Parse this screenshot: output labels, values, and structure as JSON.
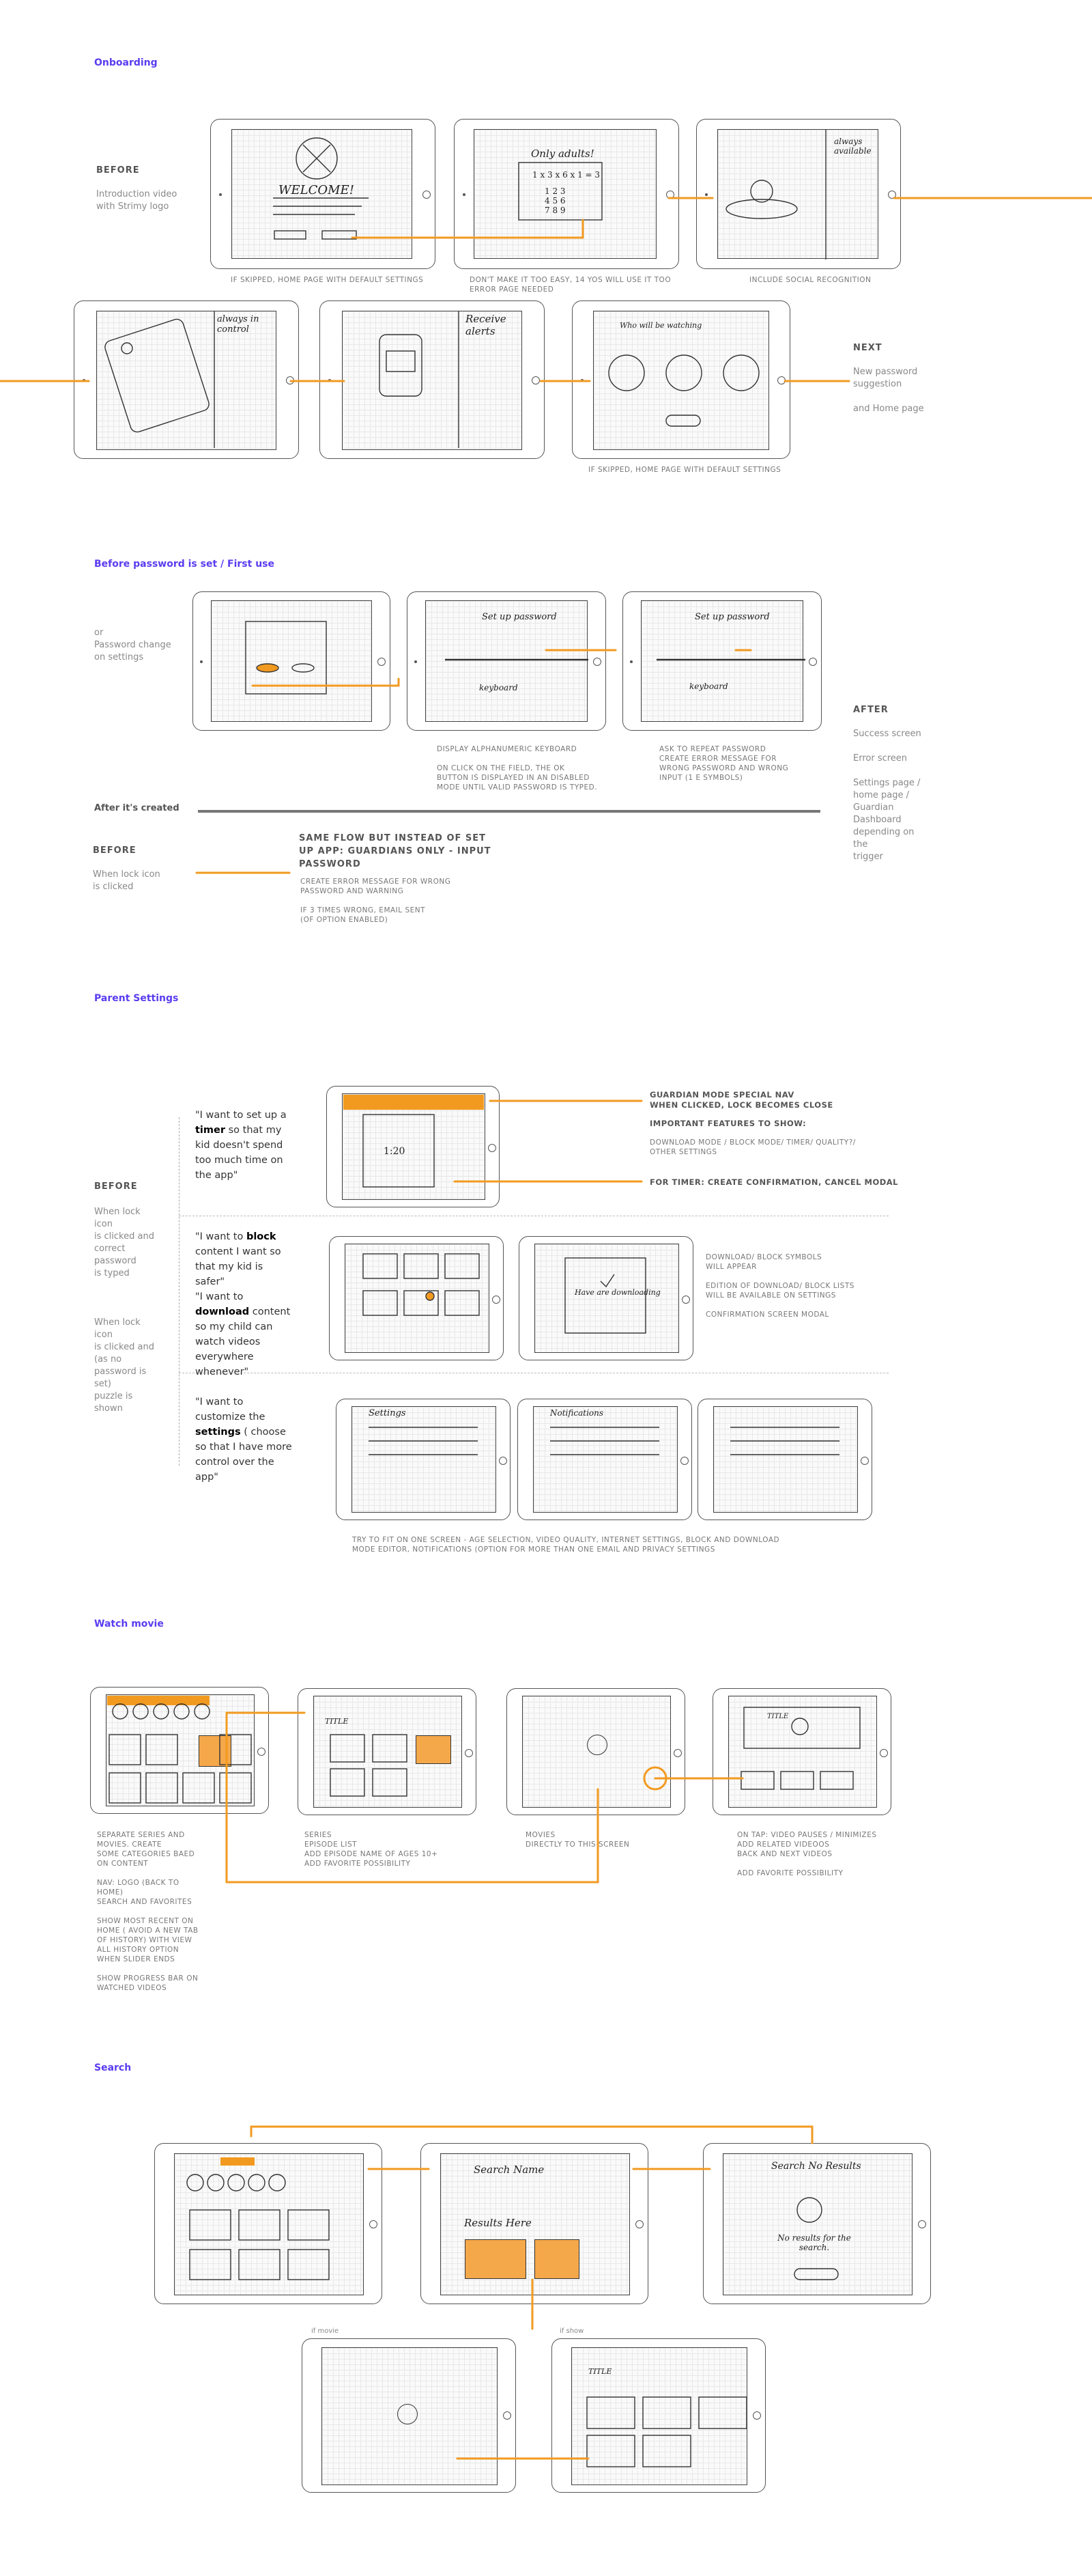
{
  "sections": {
    "onboarding": "Onboarding",
    "before_password": "Before password is set / First use",
    "parent_settings": "Parent Settings",
    "watch_movie": "Watch movie",
    "search": "Search"
  },
  "onboarding": {
    "before_label": "BEFORE",
    "before_desc": "Introduction video\nwith Strimy logo",
    "next_label": "NEXT",
    "next_desc": "New password\nsuggestion\n\nand Home page",
    "note_1": "IF SKIPPED, HOME PAGE WITH DEFAULT SETTINGS",
    "note_2": "DON'T MAKE IT TOO EASY, 14 YOs WILL USE IT TOO\nERROR PAGE NEEDED",
    "note_3": "INCLUDE SOCIAL RECOGNITION",
    "note_4": "IF SKIPPED, HOME PAGE WITH DEFAULT SETTINGS",
    "sketch_welcome": "WELCOME!",
    "sketch_only_adults": "Only adults!",
    "sketch_always_available": "always available",
    "sketch_always_in_control": "always in control",
    "sketch_receive_alerts": "Receive alerts",
    "sketch_who_watching": "Who will be watching"
  },
  "password": {
    "before_or": "or\nPassword change\non settings",
    "after_label": "AFTER",
    "after_desc": "Success screen\n\nError screen\n\nSettings page /\nhome page /\nGuardian\nDashboard\ndepending on\nthe\ntrigger",
    "note_keyboard": "DISPLAY ALPHANUMERIC KEYBOARD\n\nON CLICK ON THE FIELD, THE OK\nBUTTON IS DISPLAYED IN AN DISABLED\nMODE UNTIL VALID PASSWORD IS TYPED.",
    "note_repeat": "ASK TO REPEAT PASSWORD\nCREATE ERROR MESSAGE FOR\nWRONG PASSWORD AND WRONG\nINPUT (1 E SYMBOLS)",
    "after_created": "After it's created",
    "before2_label": "BEFORE",
    "before2_desc": "When lock icon\nis clicked",
    "same_flow": "SAME FLOW BUT INSTEAD OF SET\nUP APP: GUARDIANS ONLY - INPUT\nPASSWORD",
    "same_flow_desc": "CREATE ERROR MESSAGE FOR WRONG\nPASSWORD AND WARNING\n\nIF 3 TIMES WRONG, EMAIL SENT\n(OF OPTION ENABLED)",
    "sketch_setup": "Set up password",
    "sketch_keyboard": "keyboard"
  },
  "parent": {
    "before_label": "BEFORE",
    "before_desc_1": "When lock\nicon\nis clicked and\ncorrect\npassword\nis typed",
    "before_desc_2": "When lock\nicon\nis clicked and\n(as no\npassword is\nset)\npuzzle is\nshown",
    "quote1_pre": "\"I want to set up a ",
    "quote1_bold": "timer",
    "quote1_post": " so that my kid doesn't spend too much time on the app\"",
    "quote2_pre": "\"I want to ",
    "quote2_bold": "block",
    "quote2_mid": " content I want so that my kid is safer\"",
    "quote3_pre": "\"I want to ",
    "quote3_bold": "download",
    "quote3_post": " content so my child can watch videos everywhere whenever\"",
    "quote4_pre": "\"I want to customize the ",
    "quote4_bold": "settings",
    "quote4_post": " ( choose so that I have more control over the app\"",
    "note_nav": "GUARDIAN MODE SPECIAL NAV\nWHEN CLICKED, LOCK BECOMES CLOSE",
    "note_features_title": "IMPORTANT FEATURES TO SHOW:",
    "note_features": "DOWNLOAD MODE / BLOCK MODE/ TIMER/ QUALITY?/\nOTHER SETTINGS",
    "note_timer": "FOR TIMER: CREATE CONFIRMATION, CANCEL MODAL",
    "note_download": "DOWNLOAD/ BLOCK SYMBOLS\nWILL APPEAR\n\nEDITION OF DOWNLOAD/ BLOCK LISTS\nWILL BE AVAILABLE ON SETTINGS\n\nCONFIRMATION SCREEN MODAL",
    "note_one_screen": "TRY TO FIT ON ONE SCREEN - AGE SELECTION, VIDEO QUALITY, INTERNET SETTINGS, BLOCK AND DOWNLOAD\nMODE EDITOR, NOTIFICATIONS (OPTION FOR MORE THAN ONE EMAIL AND PRIVACY SETTINGS",
    "sketch_settings": "Settings",
    "sketch_notifications": "Notifications",
    "sketch_downloading": "Have are downloading"
  },
  "watch": {
    "note_1": "SEPARATE SERIES AND\nMOVIES. CREATE\nSOME CATEGORIES BAED\nON CONTENT\n\nNAV: LOGO (BACK TO\nHOME)\nSEARCH AND FAVORITES\n\nSHOW MOST RECENT ON\nHOME ( AVOID A NEW TAB\nOF HISTORY) WITH VIEW\nALL HISTORY OPTION\nWHEN SLIDER ENDS\n\nSHOW PROGRESS BAR ON\nWATCHED VIDEOS",
    "note_2": "SERIES\nEPISODE LIST\nADD EPISODE NAME OF AGES 10+\nADD FAVORITE POSSIBILITY",
    "note_3": "MOVIES\nDIRECTLY TO THIS SCREEN",
    "note_4": "ON TAP: VIDEO PAUSES / MINIMIZES\nADD RELATED VIDEOOS\nBACK AND NEXT VIDEOS\n\nADD FAVORITE POSSIBILITY",
    "sketch_title": "TITLE"
  },
  "search": {
    "if_movie": "if movie",
    "if_show": "if show",
    "sketch_search": "Search Name",
    "sketch_results": "Results Here",
    "sketch_no_results": "Search No Results",
    "sketch_no_results_msg": "No results for the search.",
    "sketch_title": "TITLE"
  },
  "colors": {
    "accent": "#f29a20",
    "section_title": "#5b3cf0"
  }
}
